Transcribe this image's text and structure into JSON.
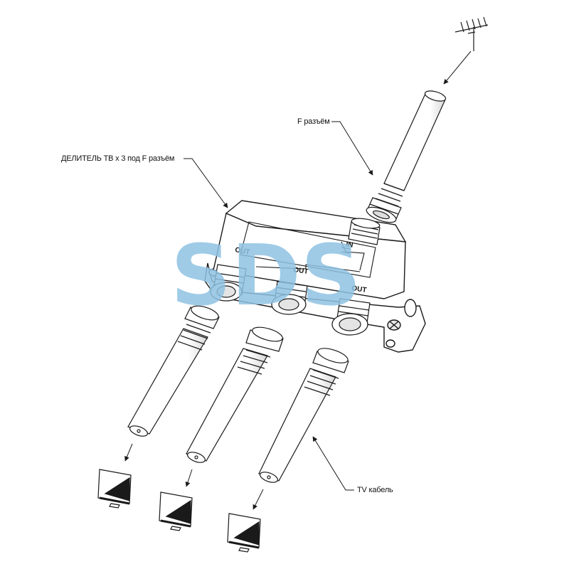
{
  "labels": {
    "splitter": "ДЕЛИТЕЛЬ ТВ х 3 под F разъём",
    "f_connector": "F разъём",
    "tv_cable": "TV кабель"
  },
  "ports": {
    "in": "IN",
    "out_1": "OUT",
    "out_2": "OUT",
    "out_3": "OUT"
  },
  "watermark": {
    "text": "SDS",
    "color": "#8ec2e3"
  },
  "colors": {
    "line": "#1a1a1a",
    "fill": "#ffffff",
    "shade": "#cfcfcf"
  },
  "icons": [
    "antenna-icon",
    "tv-icon"
  ]
}
